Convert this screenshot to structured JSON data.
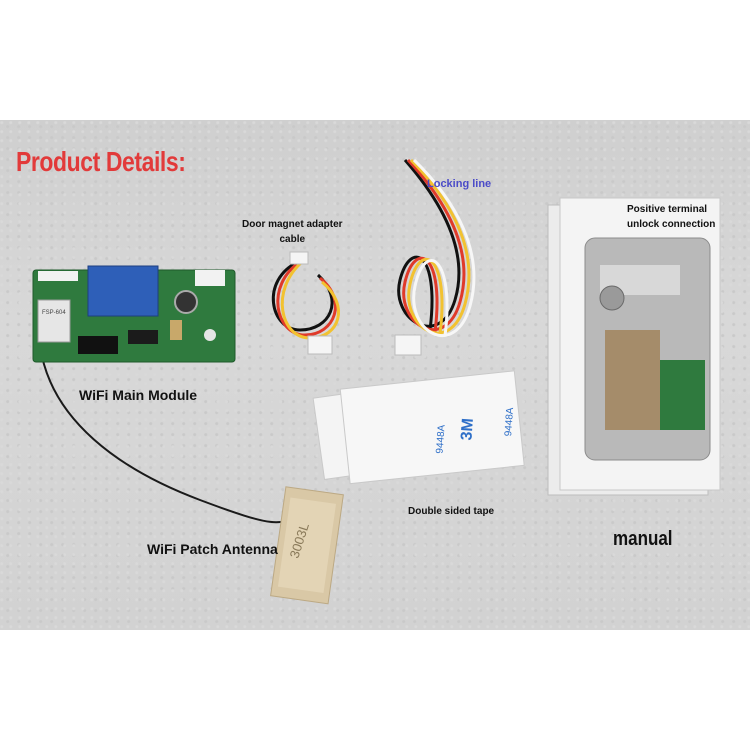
{
  "labels": {
    "title": "Product Details:",
    "door_magnet": [
      "Door magnet adapter",
      "cable"
    ],
    "locking_line": "Locking line",
    "positive_terminal": [
      "Positive terminal",
      "unlock connection"
    ],
    "wifi_main_module": "WiFi Main Module",
    "double_sided_tape": "Double sided tape",
    "manual": "manual",
    "wifi_patch_antenna": "WiFi Patch Antenna"
  },
  "photo_text": {
    "module_chip": "FSP-604",
    "tape_brand": "3M",
    "tape_code": "9448A",
    "antenna_code": "3003L"
  },
  "colors": {
    "title": "#e23a3a",
    "locking_line_label": "#4b4bc8",
    "pcb_green": "#2f7a3e",
    "relay_blue": "#2e5fb8"
  }
}
